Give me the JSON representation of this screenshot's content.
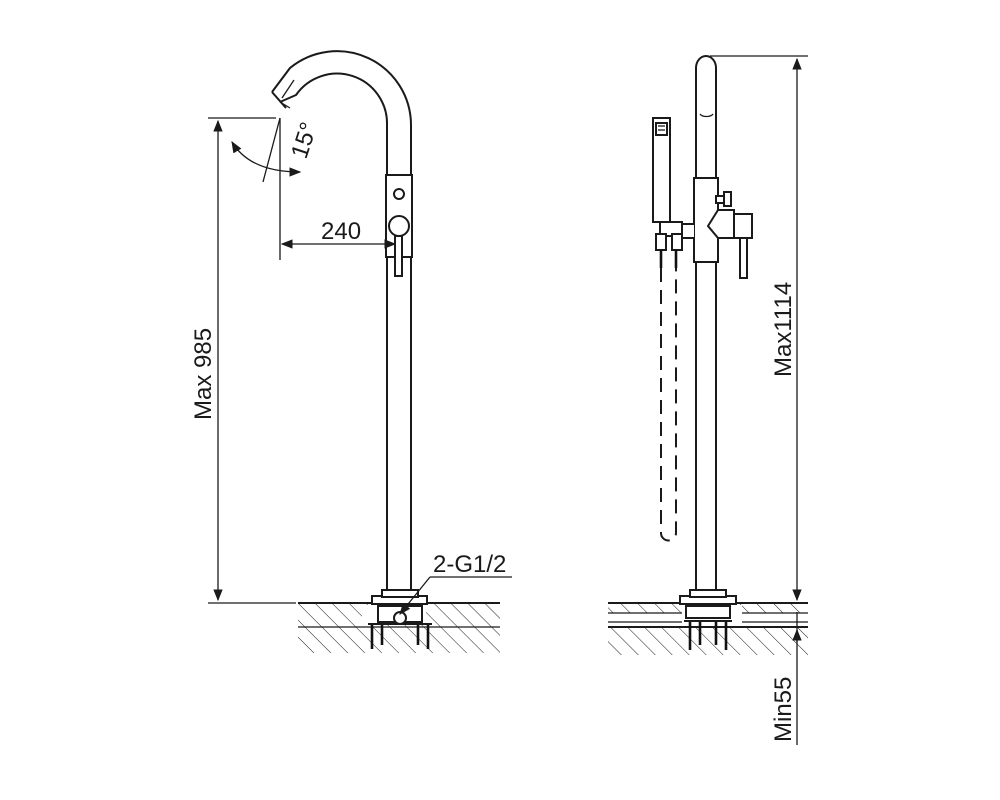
{
  "diagram": {
    "left_view": {
      "angle_label": "15°",
      "reach_label": "240",
      "height_label": "Max 985",
      "connection_label": "2-G1/2"
    },
    "right_view": {
      "height_label": "Max1114",
      "depth_label": "Min55"
    }
  }
}
